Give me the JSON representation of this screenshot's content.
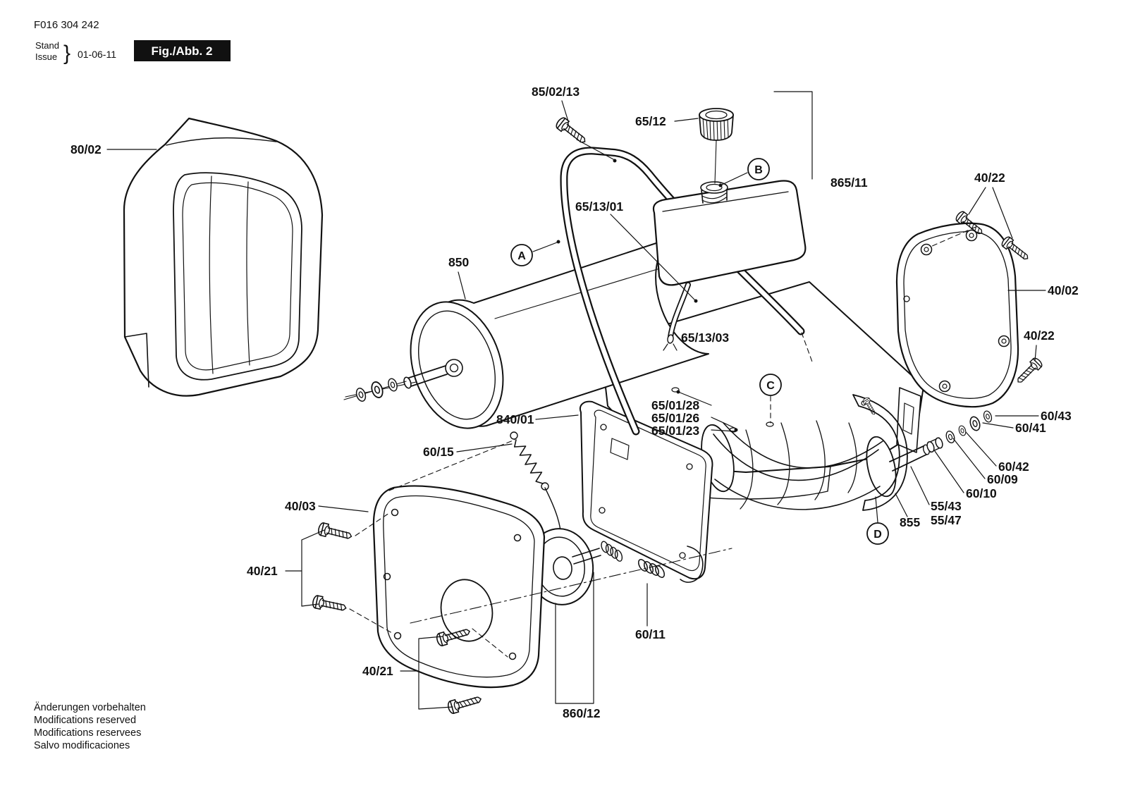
{
  "meta": {
    "part_number": "F016 304 242",
    "stand": "Stand",
    "issue": "Issue",
    "brace": "}",
    "date": "01-06-11",
    "figure": "Fig./Abb. 2"
  },
  "footer": {
    "line1": "Änderungen vorbehalten",
    "line2": "Modifications reserved",
    "line3": "Modifications reservees",
    "line4": "Salvo modificaciones"
  },
  "labels": {
    "p80_02": "80/02",
    "p85_02_13": "85/02/13",
    "p65_12": "65/12",
    "p865_11": "865/11",
    "p40_22a": "40/22",
    "p40_22b": "40/22",
    "p40_02": "40/02",
    "p850": "850",
    "p65_13_01": "65/13/01",
    "p65_13_03": "65/13/03",
    "p65_01_28": "65/01/28",
    "p65_01_26": "65/01/26",
    "p65_01_23": "65/01/23",
    "p840_01": "840/01",
    "p60_15": "60/15",
    "p40_03": "40/03",
    "p40_21a": "40/21",
    "p40_21b": "40/21",
    "p60_11": "60/11",
    "p860_12": "860/12",
    "p60_43": "60/43",
    "p60_41": "60/41",
    "p60_42": "60/42",
    "p60_09": "60/09",
    "p60_10": "60/10",
    "p55_43": "55/43",
    "p55_47": "55/47",
    "p855": "855"
  },
  "markers": {
    "a": "A",
    "b": "B",
    "c": "C",
    "d": "D"
  },
  "colors": {
    "ink": "#111111",
    "paper": "#ffffff"
  }
}
